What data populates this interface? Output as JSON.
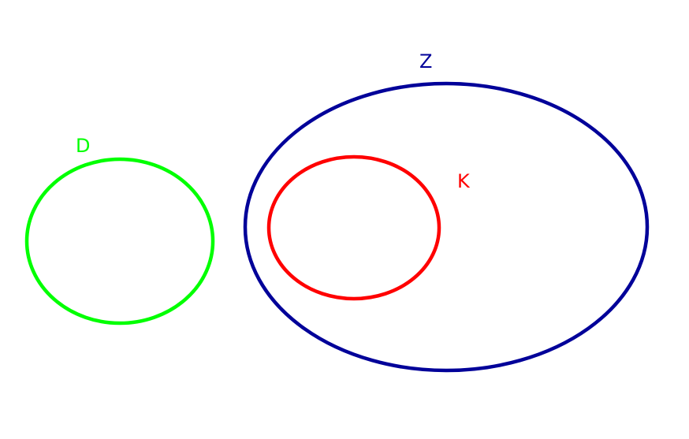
{
  "sets": [
    {
      "id": "d",
      "label": "D",
      "color": "#00ff00"
    },
    {
      "id": "z",
      "label": "Z",
      "color": "#000099"
    },
    {
      "id": "k",
      "label": "K",
      "color": "#ff0000"
    }
  ],
  "relations": {
    "k_subset_of": "Z",
    "d_disjoint_from": "Z"
  }
}
